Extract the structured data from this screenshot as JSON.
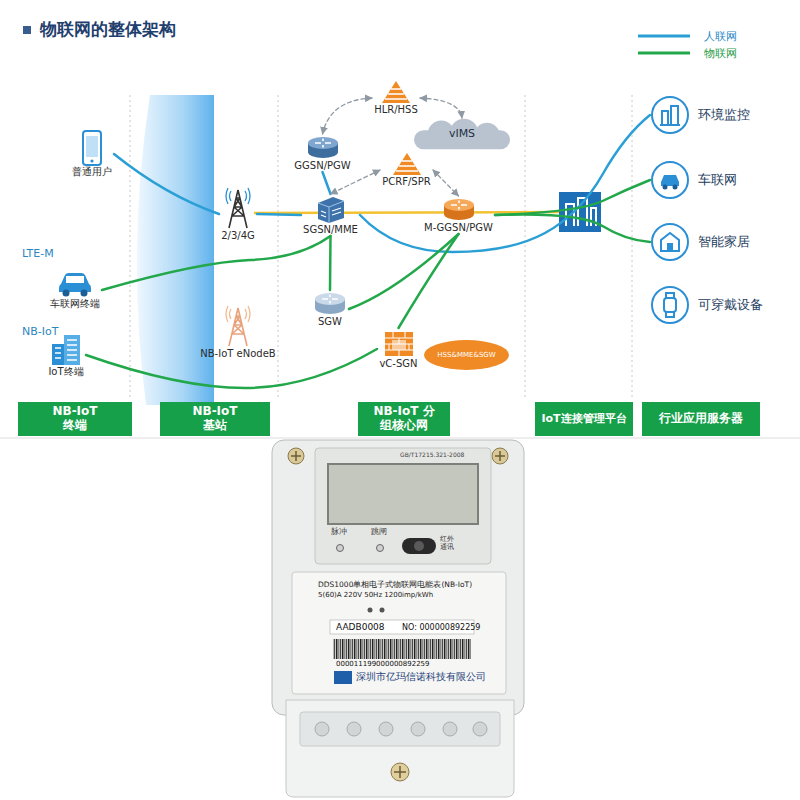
{
  "diagram": {
    "title": "物联网的整体架构",
    "nodes": [
      {
        "text": [
          "普通用户"
        ]
      },
      {
        "text": [
          "车联网终端"
        ]
      },
      {
        "text": [
          "IoT终端"
        ]
      },
      {
        "text": [
          "2/3/4G"
        ]
      },
      {
        "text": [
          "NB-IoT eNodeB"
        ]
      },
      {
        "text": [
          "HLR/HSS"
        ]
      },
      {
        "text": [
          "GGSN/PGW"
        ]
      },
      {
        "text": [
          "vIMS"
        ]
      },
      {
        "text": [
          "PCRF/SPR"
        ]
      },
      {
        "text": [
          "SGSN/MME"
        ]
      },
      {
        "text": [
          "M-GGSN/PGW"
        ]
      },
      {
        "text": [
          "SGW"
        ]
      },
      {
        "text": [
          "vC-SGN"
        ]
      },
      {
        "text": [
          "HSS&MME&SGW"
        ]
      },
      {
        "text": [
          "环境监控"
        ]
      },
      {
        "text": [
          "车联网"
        ]
      },
      {
        "text": [
          "智能家居"
        ]
      },
      {
        "text": [
          "可穿戴设备"
        ]
      },
      {
        "text": [
          "NB-IoT 终端"
        ]
      },
      {
        "text": [
          "NB-IoT 基站"
        ]
      },
      {
        "text": [
          "NB-IoT 分组核心网"
        ]
      },
      {
        "text": [
          "IoT连接管理平台"
        ]
      },
      {
        "text": [
          "行业应用服务器"
        ]
      }
    ],
    "edges": [
      {
        "from": 0,
        "to": 3,
        "arrow": "none"
      },
      {
        "from": 3,
        "to": 9,
        "arrow": "none"
      },
      {
        "from": 9,
        "to": 6,
        "arrow": "none"
      },
      {
        "from": 9,
        "to": 14,
        "arrow": "none"
      },
      {
        "from": 1,
        "to": 9,
        "arrow": "none"
      },
      {
        "from": 9,
        "to": 11,
        "arrow": "none"
      },
      {
        "from": 11,
        "to": 10,
        "arrow": "none"
      },
      {
        "from": 10,
        "to": 15,
        "arrow": "none"
      },
      {
        "from": 2,
        "to": 12,
        "arrow": "none"
      },
      {
        "from": 12,
        "to": 10,
        "arrow": "none"
      },
      {
        "from": 10,
        "to": 16,
        "arrow": "none"
      },
      {
        "from": 5,
        "to": 6,
        "arrow": "both"
      },
      {
        "from": 5,
        "to": 7,
        "arrow": "both"
      },
      {
        "from": 8,
        "to": 9,
        "arrow": "both"
      },
      {
        "from": 8,
        "to": 10,
        "arrow": "both"
      }
    ],
    "labels": [
      "LTE-M",
      "NB-IoT",
      "GB/T17215.321-2008",
      "脉冲",
      "跳闸",
      "红外 通讯",
      "DDS1000单相电子式物联网电能表(NB-IoT)",
      "5(60)A 220V 50Hz 1200imp/kWh",
      "AADB0008",
      "NO: 000000892259",
      "000011199000000892259",
      "深圳市亿玛信诺科技有限公司"
    ],
    "legend": [
      {
        "text": "人联网"
      },
      {
        "text": "物联网"
      }
    ]
  }
}
